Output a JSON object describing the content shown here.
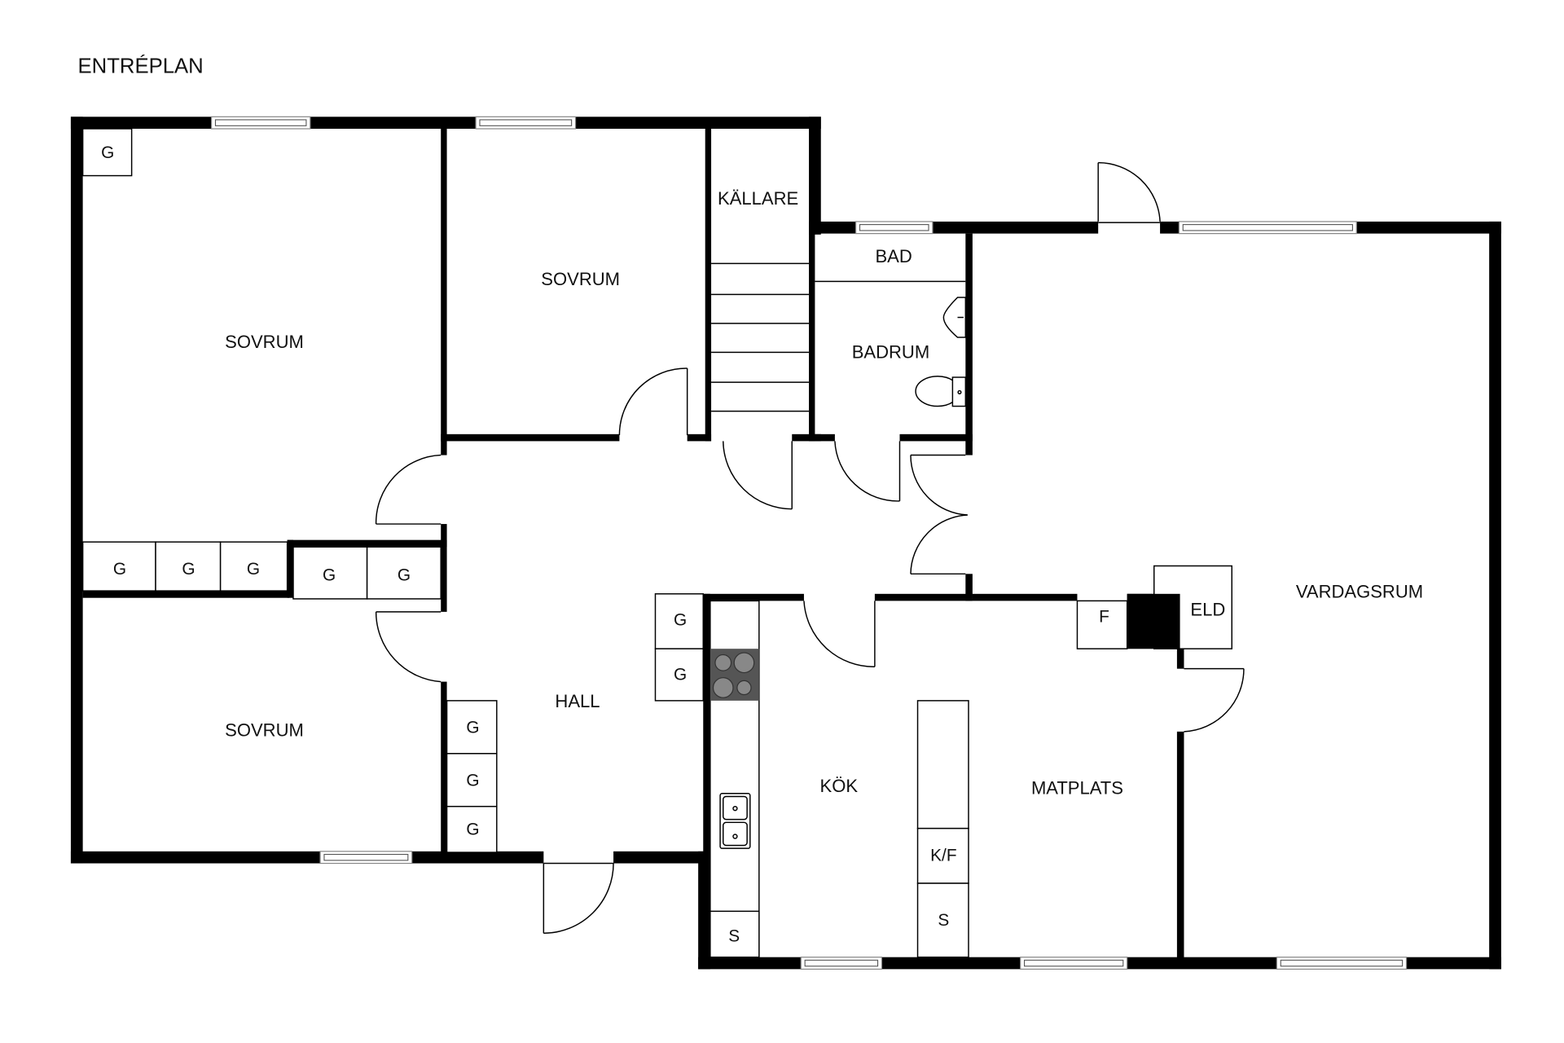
{
  "title": "ENTRÉPLAN",
  "rooms": {
    "sovrum_top_left": "SOVRUM",
    "sovrum_top_mid": "SOVRUM",
    "sovrum_bottom_left": "SOVRUM",
    "kallare": "KÄLLARE",
    "bad": "BAD",
    "badrum": "BADRUM",
    "hall": "HALL",
    "kok": "KÖK",
    "matplats": "MATPLATS",
    "vardagsrum": "VARDAGSRUM"
  },
  "fixtures": {
    "closet": "G",
    "fridge_freezer": "K/F",
    "cabinet": "S",
    "freezer": "F",
    "fireplace": "ELD"
  },
  "legend_colors": {
    "wall": "#000000",
    "cooktop": "#555555",
    "background": "#ffffff"
  }
}
